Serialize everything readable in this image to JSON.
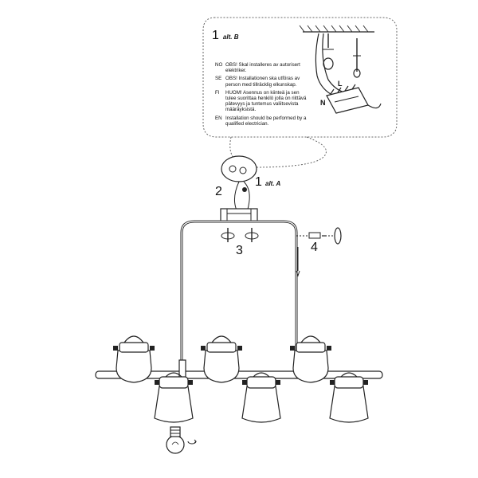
{
  "callout": {
    "step_number": "1",
    "variant": "alt. B",
    "notes": [
      {
        "code": "NO",
        "text": "OBS! Skal installeres av autorisert elektriker."
      },
      {
        "code": "SE",
        "text": "OBS! Installationen ska utföras av person med tillräcklig elkunskap."
      },
      {
        "code": "FI",
        "text": "HUOM! Asennus on kiinteä ja sen tulee suorittaa henkilö jolla on riittävä pätevyys ja tuntemus valiitsevista määräyksistä."
      },
      {
        "code": "EN",
        "text": "Installation should be performed by a qualified electrician."
      }
    ],
    "wire_labels": {
      "live": "L",
      "neutral": "N"
    }
  },
  "steps": {
    "step1": {
      "number": "1",
      "variant": "alt. A"
    },
    "step2": "2",
    "step3": "3",
    "step4": "4"
  },
  "lamp": {
    "shade_count": 6
  }
}
